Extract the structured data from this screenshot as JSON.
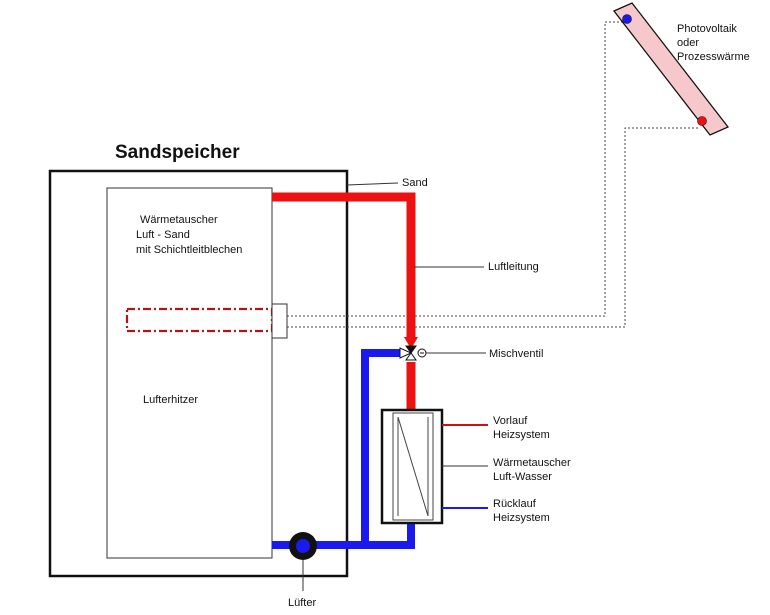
{
  "title": "Sandspeicher",
  "labels": {
    "sand": "Sand",
    "heat_exchanger_air_sand": [
      "Wärmetauscher",
      "Luft - Sand",
      "mit Schichtleitblechen"
    ],
    "air_heater": "Lufterhitzer",
    "air_line": "Luftleitung",
    "mixing_valve": "Mischventil",
    "flow": [
      "Vorlauf",
      "Heizsystem"
    ],
    "heat_exchanger_air_water": [
      "Wärmetauscher",
      "Luft-Wasser"
    ],
    "return": [
      "Rücklauf",
      "Heizsystem"
    ],
    "fan": "Lüfter",
    "pv": [
      "Photovoltaik",
      "oder",
      "Prozesswärme"
    ]
  },
  "colors": {
    "hot": "#ee1111",
    "cold": "#1a1aee",
    "outline": "#111111",
    "collector_fill": "#f6c8cc",
    "heater_dashed": "#b01818"
  }
}
